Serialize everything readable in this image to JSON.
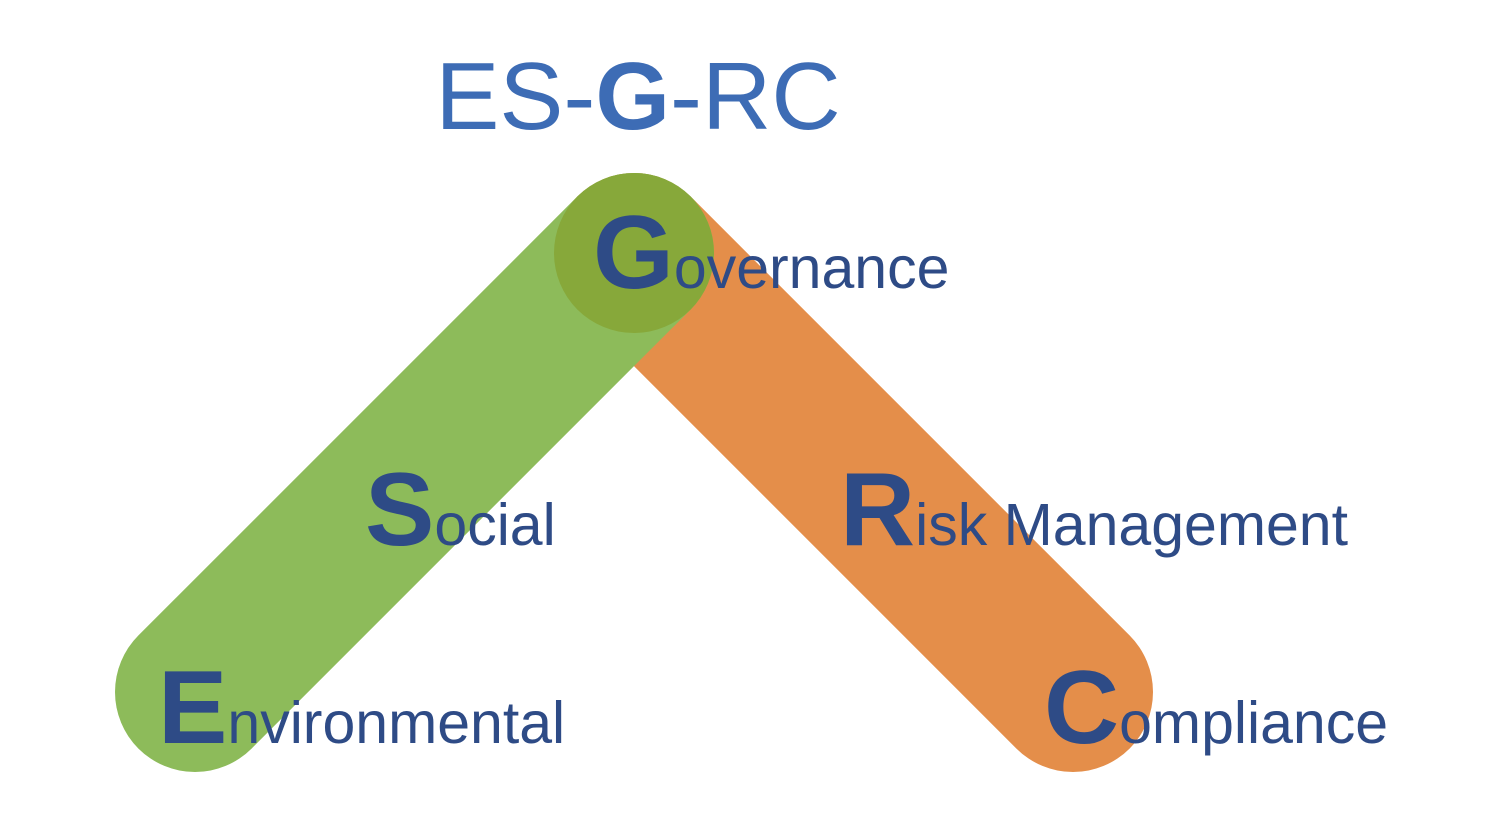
{
  "title": {
    "prefix": "ES-",
    "highlight": "G",
    "suffix": "-RC"
  },
  "labels": {
    "governance": {
      "cap": "G",
      "rest": "overnance"
    },
    "social": {
      "cap": "S",
      "rest": "ocial"
    },
    "risk": {
      "cap": "R",
      "rest": "isk Management"
    },
    "environmental": {
      "cap": "E",
      "rest": "nvironmental"
    },
    "compliance": {
      "cap": "C",
      "rest": "ompliance"
    }
  },
  "colors": {
    "green_band": "#8dbb5a",
    "orange_band": "#e48e4a",
    "overlap": "#87a83a",
    "title": "#3d6cb5",
    "label_text": "#2e4b86"
  }
}
